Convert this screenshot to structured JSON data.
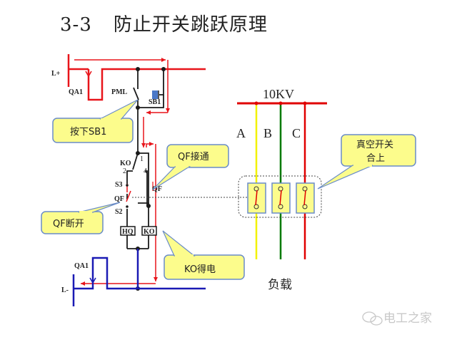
{
  "title": {
    "number": "3-3",
    "text": "防止开关跳跃原理"
  },
  "control_circuit": {
    "labels": {
      "l_plus": "L+",
      "l_minus": "L-",
      "qa1_top": "QA1",
      "qa1_bottom": "QA1",
      "pml": "PML",
      "sb1": "SB1",
      "ko": "KO",
      "terminal_1": "1",
      "terminal_2": "2",
      "terminal_4": "4",
      "s3": "S3",
      "qf_left": "QF",
      "qf_right": "QF",
      "s2": "S2",
      "hq": "HQ",
      "ko_coil": "KO"
    },
    "callouts": {
      "press_sb1": "按下SB1",
      "qf_on": "QF接通",
      "qf_off": "QF断开",
      "ko_energized": "KO得电"
    }
  },
  "primary_circuit": {
    "voltage": "10KV",
    "phases": [
      {
        "name": "A",
        "color": "#f2f200"
      },
      {
        "name": "B",
        "color": "#007a00"
      },
      {
        "name": "C",
        "color": "#e00000"
      }
    ],
    "callout": {
      "line1": "真空开关",
      "line2": "合上"
    },
    "load_label": "负载"
  },
  "colors": {
    "positive_bus": "#e8141a",
    "negative_bus": "#1a1ab4",
    "current_path": "#e8141a",
    "wire": "#1a1a1a",
    "callout_fill": "#fcfc8c",
    "callout_border": "#6a8cc8",
    "button": "#4a78c8"
  },
  "watermark": {
    "text": "电工之家",
    "icon": "wechat-icon"
  }
}
